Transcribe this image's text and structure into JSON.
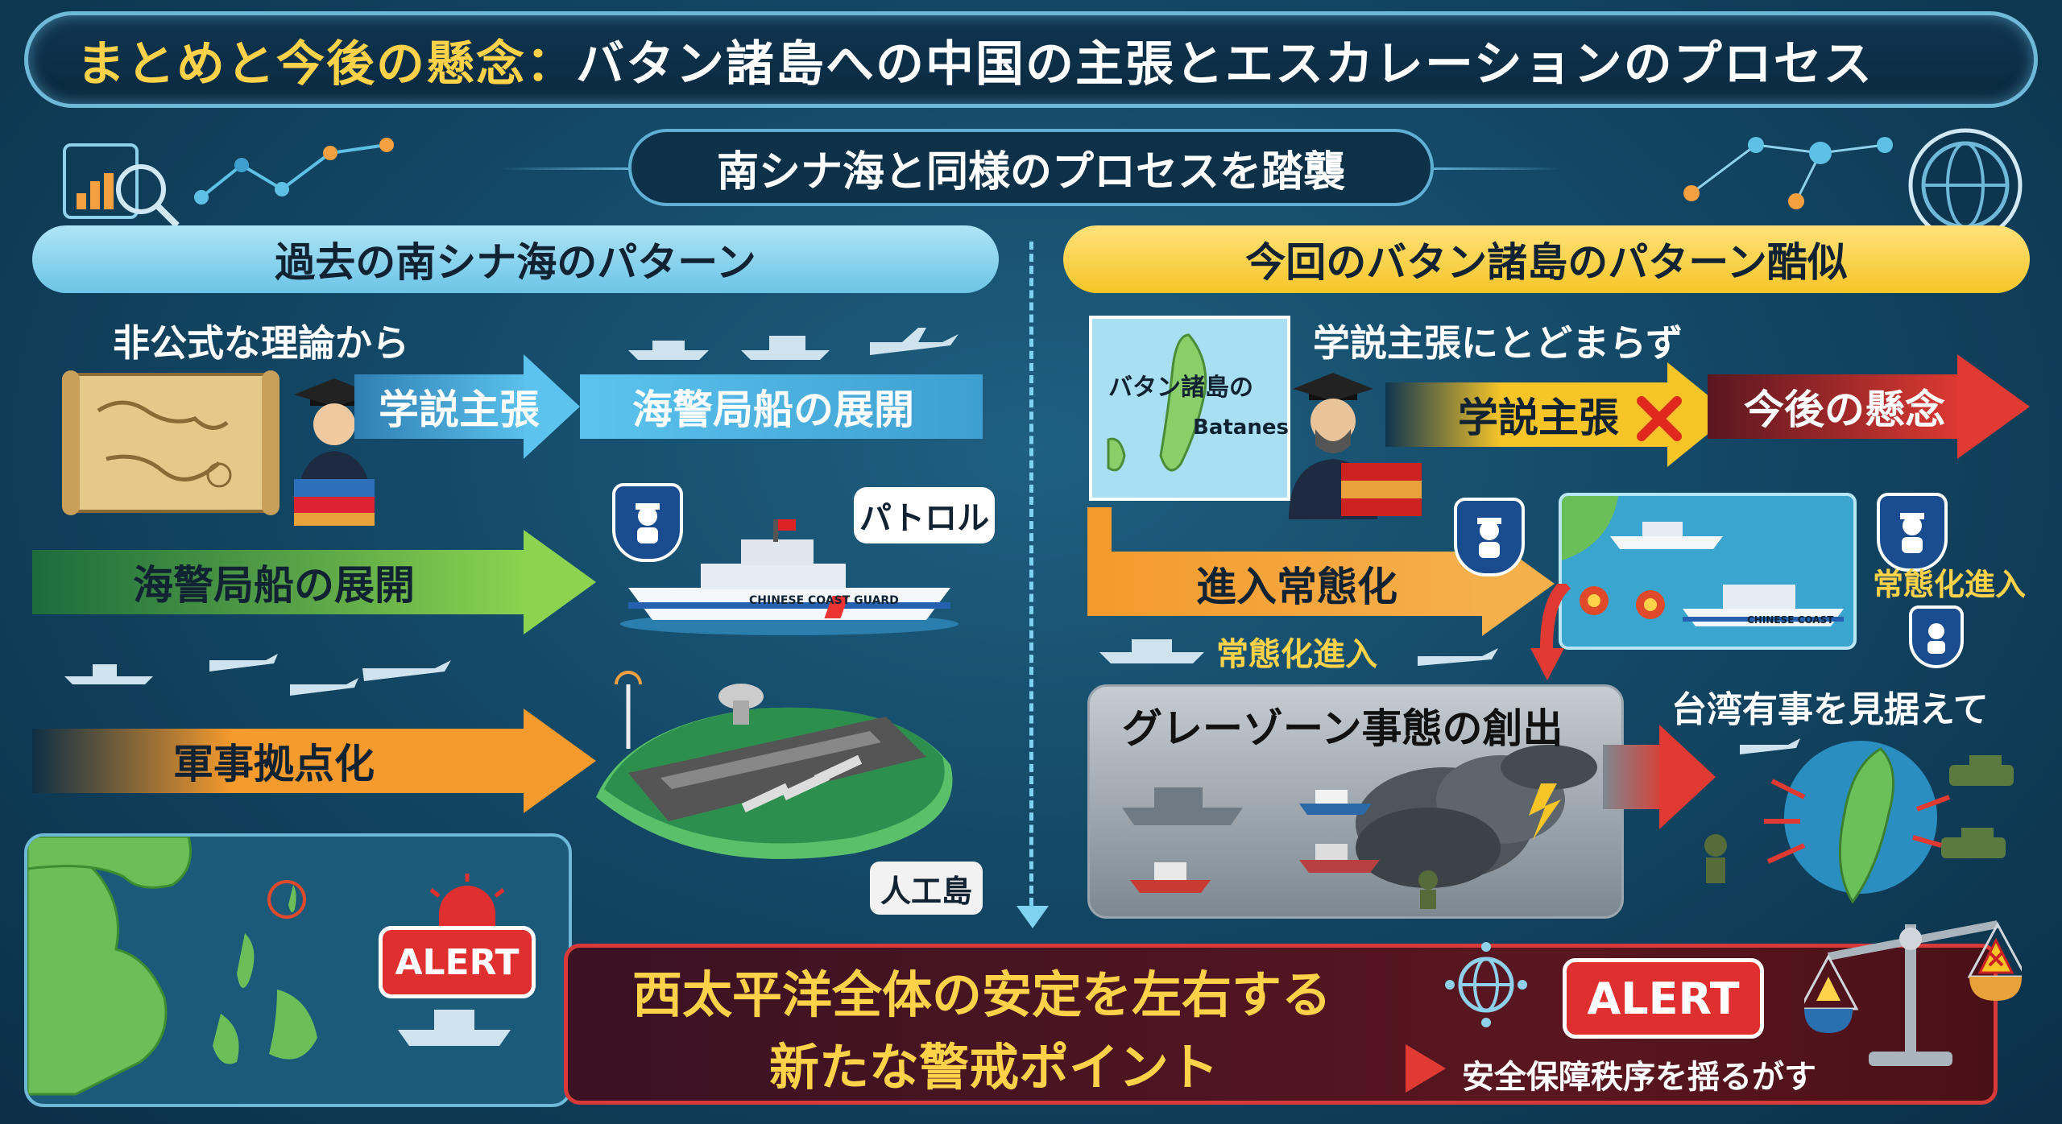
{
  "title": {
    "prefix": "まとめと今後の懸念：",
    "main": "バタン諸島への中国の主張とエスカレーションのプロセス"
  },
  "subtitle": "南シナ海と同様のプロセスを踏襲",
  "left": {
    "header": "過去の南シナ海のパターン",
    "start_label": "非公式な理論から",
    "arrow1": "学説主張",
    "arrow1b": "海警局船の展開",
    "arrow2": "海警局船の展開",
    "arrow3": "軍事拠点化",
    "patrol": "パトロル",
    "ship_text": "CHINESE COAST GUARD",
    "island": "人工島"
  },
  "right": {
    "header": "今回のバタン諸島のパターン酷似",
    "map_label": "バタン諸島の",
    "map_en": "Batanes",
    "beyond": "学説主張にとどまらず",
    "claim": "学説主張",
    "concern": "今後の懸念",
    "entry": "進入常態化",
    "entry_small": "常態化進入",
    "entry_small2": "常態化進入",
    "ship_text": "CHINESE COAST",
    "grayzone": "グレーゾーン事態の創出",
    "taiwan": "台湾有事を見据えて"
  },
  "bottom": {
    "alert1": "ALERT",
    "alert2": "ALERT",
    "line1": "西太平洋全体の安定を左右する",
    "line2": "新たな警戒ポイント",
    "side": "安全保障秩序を揺るがす"
  },
  "colors": {
    "accent_yellow": "#ffd24a",
    "blue_arrow": "#5cc3ee",
    "green_arrow": "#8cd450",
    "orange_arrow": "#f59a2c",
    "red_arrow": "#e03a32"
  }
}
